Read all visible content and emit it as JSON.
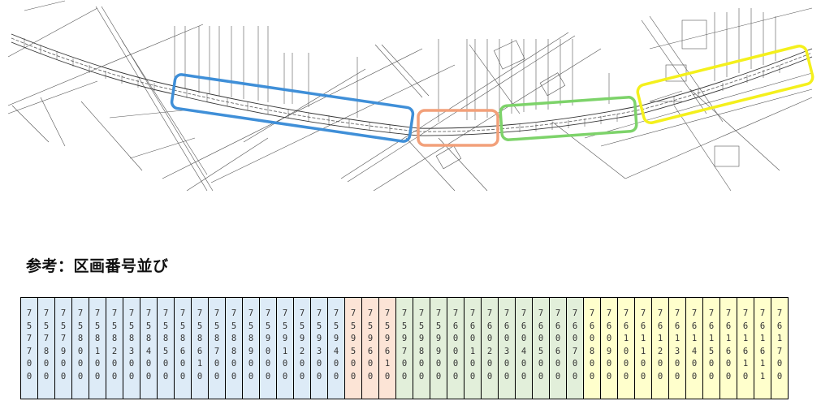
{
  "map": {
    "description": "Engineering plan drawing of a curved road/rail alignment with parcel lines",
    "highlight_boxes": [
      {
        "name": "blue-section",
        "color": "#3F8FD8"
      },
      {
        "name": "orange-section",
        "color": "#F2A07A"
      },
      {
        "name": "green-section",
        "color": "#7DD36A"
      },
      {
        "name": "yellow-section",
        "color": "#F4F01C"
      }
    ]
  },
  "section_title": "参考：区画番号並び",
  "groups": [
    {
      "name": "blue",
      "color": "#DDEBF7",
      "numbers": [
        "757700",
        "757800",
        "757900",
        "758000",
        "758100",
        "758200",
        "758300",
        "758400",
        "758500",
        "758600",
        "758610",
        "758700",
        "758800",
        "758900",
        "759000",
        "759100",
        "759200",
        "759300",
        "759400"
      ]
    },
    {
      "name": "orange",
      "color": "#FCE4D6",
      "numbers": [
        "759500",
        "759600",
        "759610"
      ]
    },
    {
      "name": "green",
      "color": "#E2EFDA",
      "numbers": [
        "759700",
        "759800",
        "759900",
        "760000",
        "760100",
        "760200",
        "760300",
        "760400",
        "760500",
        "760600",
        "760700"
      ]
    },
    {
      "name": "yellow",
      "color": "#FFFFCC",
      "numbers": [
        "760800",
        "760900",
        "761000",
        "761100",
        "761200",
        "761300",
        "761400",
        "761500",
        "761600",
        "761610",
        "761611",
        "761700"
      ]
    }
  ]
}
